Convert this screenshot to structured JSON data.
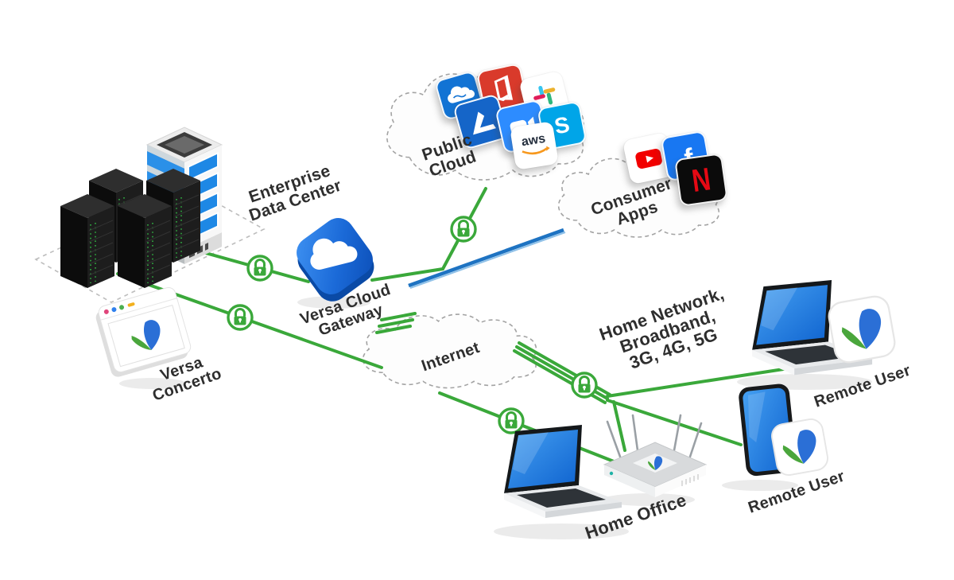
{
  "nodes": {
    "enterprise_data_center": {
      "label": [
        "Enterprise",
        "Data Center"
      ]
    },
    "versa_cloud_gateway": {
      "label": [
        "Versa Cloud",
        "Gateway"
      ]
    },
    "versa_concerto": {
      "label": [
        "Versa",
        "Concerto"
      ]
    },
    "public_cloud": {
      "label": [
        "Public",
        "Cloud"
      ],
      "apps": [
        "Webex",
        "Office 365",
        "Slack",
        "Microsoft Azure",
        "Zoom",
        "Skype",
        "AWS"
      ]
    },
    "consumer_apps": {
      "label": [
        "Consumer",
        "Apps"
      ],
      "apps": [
        "YouTube",
        "Facebook",
        "Netflix"
      ]
    },
    "internet": {
      "label": [
        "Internet"
      ]
    },
    "home_network": {
      "label": [
        "Home Network,",
        "Broadband,",
        "3G, 4G, 5G"
      ]
    },
    "home_office": {
      "label": [
        "Home Office"
      ]
    },
    "remote_user_laptop": {
      "label": [
        "Remote User"
      ]
    },
    "remote_user_phone": {
      "label": [
        "Remote User"
      ]
    }
  },
  "icon_text": {
    "aws": "aws",
    "skype": "S",
    "facebook": "f",
    "netflix": "N"
  },
  "colors": {
    "secure_link": "#3aa83a",
    "internet_breakout_link": "#1e73c2",
    "versa_blue": "#2b6fd6",
    "versa_green": "#4aa63c",
    "gateway_blue": "#1b6ad8"
  }
}
